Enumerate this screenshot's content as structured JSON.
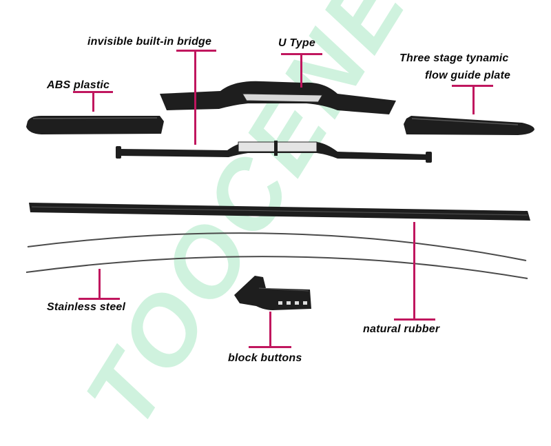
{
  "colors": {
    "accent": "#c0165e",
    "part": "#1e1e1e",
    "part_highlight": "#555555",
    "wire": "#4a4a4a",
    "watermark": "#c4f0d6"
  },
  "watermark": {
    "text": "TOOCENE"
  },
  "labels": {
    "invisible_bridge": "invisible built-in bridge",
    "u_type": "U Type",
    "three_stage_line1": "Three stage tynamic",
    "three_stage_line2": "flow guide plate",
    "abs_plastic": "ABS plastic",
    "stainless_steel": "Stainless steel",
    "natural_rubber": "natural rubber",
    "block_buttons": "block buttons"
  }
}
